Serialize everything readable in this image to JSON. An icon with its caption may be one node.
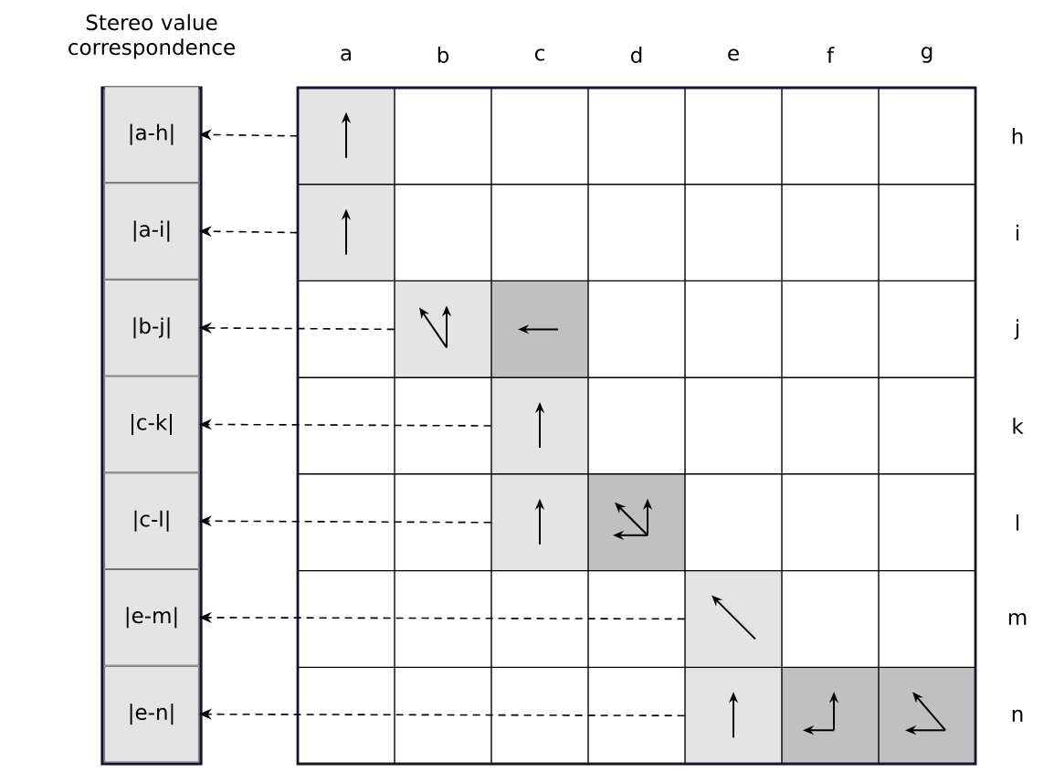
{
  "diagram": {
    "nodes": [
      {
        "text": [
          "Stereo value correspondence"
        ]
      },
      {
        "text": [
          "|a-h|"
        ],
        "in": 0
      },
      {
        "text": [
          "|a-i|"
        ],
        "in": 0
      },
      {
        "text": [
          "|b-j|"
        ],
        "in": 0
      },
      {
        "text": [
          "|c-k|"
        ],
        "in": 0
      },
      {
        "text": [
          "|c-l|"
        ],
        "in": 0
      },
      {
        "text": [
          "|e-m|"
        ],
        "in": 0
      },
      {
        "text": [
          "|e-n|"
        ],
        "in": 0
      },
      {
        "text": [],
        "shape": "box"
      },
      {
        "text": [],
        "shape": "box"
      },
      {
        "text": [],
        "shape": "box"
      },
      {
        "text": [],
        "shape": "box"
      },
      {
        "text": [],
        "shape": "box"
      },
      {
        "text": [],
        "shape": "box"
      },
      {
        "text": [],
        "shape": "box"
      }
    ],
    "edges": [
      {
        "from": 8,
        "to": 1,
        "arrow": "to",
        "style": "dashed"
      },
      {
        "from": 9,
        "to": 2,
        "arrow": "to",
        "style": "dashed"
      },
      {
        "from": 10,
        "to": 3,
        "arrow": "to",
        "style": "dashed"
      },
      {
        "from": 11,
        "to": 4,
        "arrow": "to",
        "style": "dashed"
      },
      {
        "from": 12,
        "to": 5,
        "arrow": "to",
        "style": "dashed"
      },
      {
        "from": 13,
        "to": 6,
        "arrow": "to",
        "style": "dashed"
      },
      {
        "from": 14,
        "to": 7,
        "arrow": "to",
        "style": "dashed"
      }
    ],
    "labels": [
      "a",
      "b",
      "c",
      "d",
      "e",
      "f",
      "g",
      "h",
      "i",
      "j",
      "k",
      "l",
      "m",
      "n"
    ]
  }
}
